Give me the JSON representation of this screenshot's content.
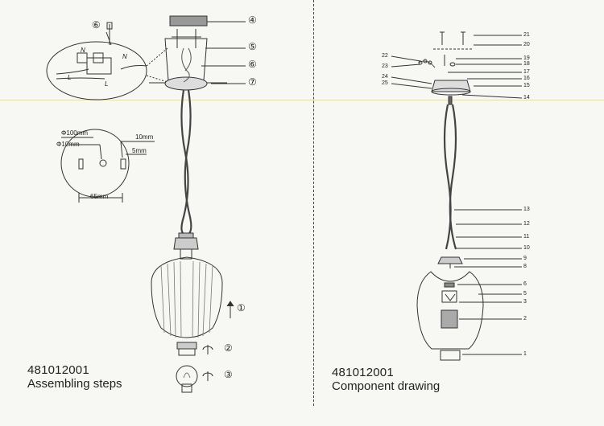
{
  "left": {
    "product_code": "481012001",
    "caption": "Assembling steps",
    "step_labels": [
      "①",
      "②",
      "③",
      "④",
      "⑤",
      "⑥",
      "⑦"
    ],
    "terminal_labels": {
      "n_left": "N",
      "n_right": "N",
      "l_left": "L",
      "l_right": "L"
    },
    "dimensions": {
      "outer_diameter": "Φ100mm",
      "hole_diameter": "Φ10mm",
      "width_10": "10mm",
      "width_5": "5mm",
      "spacing": "65mm"
    }
  },
  "right": {
    "product_code": "481012001",
    "caption": "Component drawing",
    "part_numbers": [
      "1",
      "2",
      "3",
      "5",
      "6",
      "8",
      "9",
      "10",
      "11",
      "12",
      "13",
      "14",
      "15",
      "16",
      "17",
      "18",
      "19",
      "20",
      "21",
      "22",
      "23",
      "24",
      "25"
    ]
  },
  "colors": {
    "line": "#333333",
    "page": "#f7f7f4",
    "guide": "#f0e27a"
  }
}
